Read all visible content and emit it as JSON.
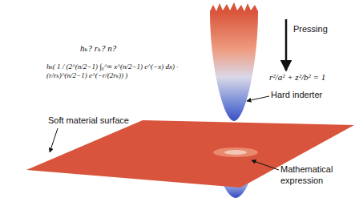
{
  "diagram": {
    "labels": [
      "hₖ?   rₖ?   n?",
      "hₖ( 1 / (2^(n/2−1) ∫₀^∞ x^(n/2−1) e^(−x) dx) · (r/rₖ)^(n/2−1) e^(−r/(2rₖ)) )",
      "Pressing",
      "r²/a² + z²/b² = 1",
      "Hard inderter",
      "Soft material surface",
      "Mathematical expression"
    ]
  }
}
